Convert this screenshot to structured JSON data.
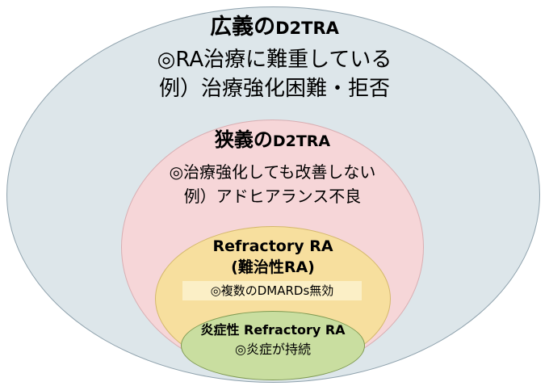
{
  "outer": {
    "title_main": "広義の",
    "title_abbr": "D2TRA",
    "line1": "◎RA治療に難重している",
    "line2": "例）治療強化困難・拒否",
    "fill": "#dde6ea"
  },
  "narrow": {
    "title_main": "狭義の",
    "title_abbr": "D2TRA",
    "line1": "◎治療強化しても改善しない",
    "line2": "例）アドヒアランス不良",
    "fill": "#f6d6d8"
  },
  "refractory": {
    "title": "Refractory RA",
    "subtitle": "(難治性RA)",
    "note": "◎複数のDMARDs無効",
    "fill": "#f7df9e"
  },
  "inflammatory": {
    "title": "炎症性 Refractory RA",
    "note": "◎炎症が持続",
    "fill": "#c9dea0"
  }
}
